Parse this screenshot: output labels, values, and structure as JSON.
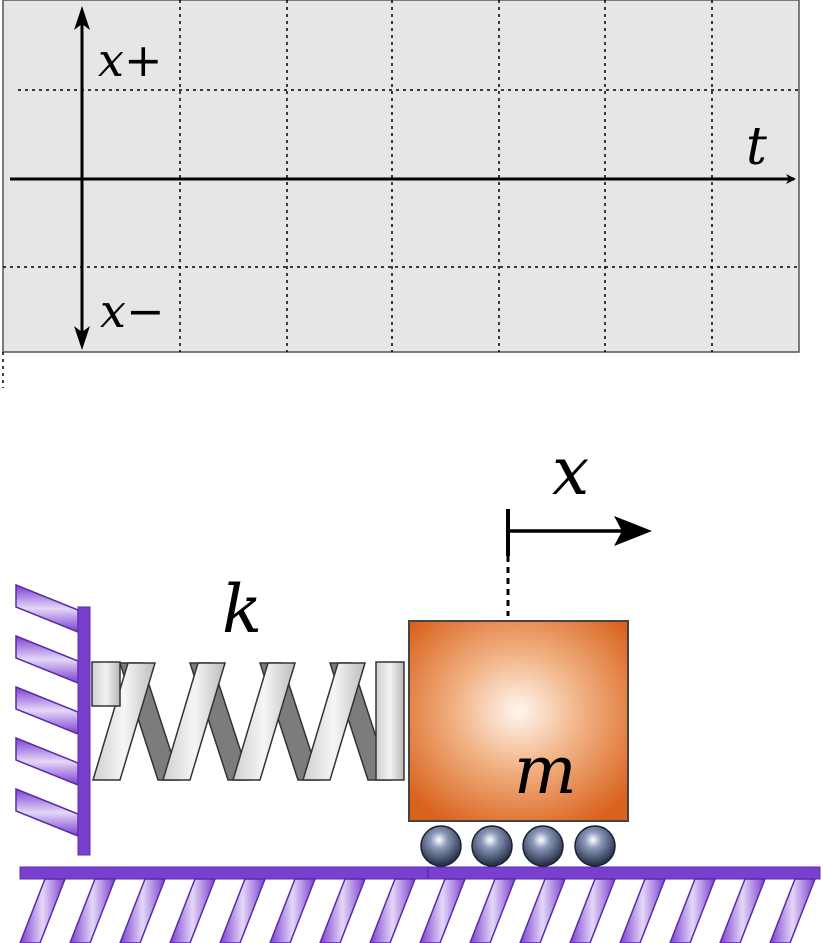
{
  "graph": {
    "x_positive_label": "x+",
    "x_negative_label": "x−",
    "time_label": "t",
    "grid_visible": true,
    "background_color": "#e6e6e6"
  },
  "system": {
    "spring_label": "k",
    "mass_label": "m",
    "displacement_label": "x",
    "colors": {
      "wall": "#7b3fd0",
      "wall_light": "#d8c8f2",
      "mass_dark": "#d9621c",
      "mass_light": "#fbe8dc",
      "spring_light": "#e2e2e2",
      "spring_dark": "#7c7c7c",
      "wheel": "#4a5a7a"
    }
  }
}
